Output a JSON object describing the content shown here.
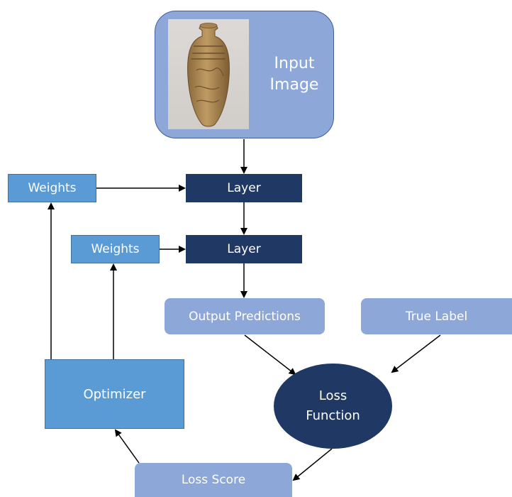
{
  "nodes": {
    "input_image": "Input\nImage",
    "layer_1": "Layer",
    "layer_2": "Layer",
    "weights_1": "Weights",
    "weights_2": "Weights",
    "output_predictions": "Output Predictions",
    "true_label": "True Label",
    "loss_function": "Loss\nFunction",
    "optimizer": "Optimizer",
    "loss_score": "Loss Score"
  },
  "colors": {
    "dark_navy": "#1f3864",
    "medium_blue": "#5b9bd5",
    "soft_blue": "#8ea7d9",
    "arrow": "#000000"
  },
  "icons": {
    "input_photo": "ancient-vase-photo"
  }
}
